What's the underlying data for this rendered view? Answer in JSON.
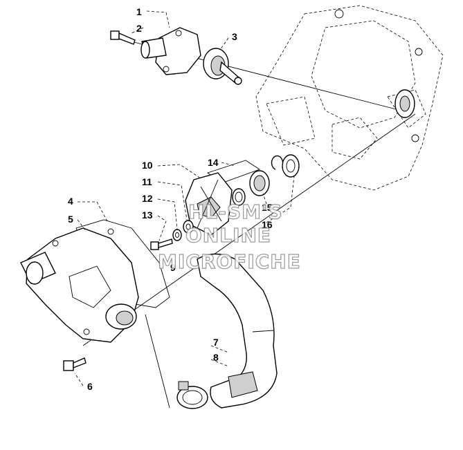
{
  "diagram": {
    "callouts": [
      "1",
      "2",
      "3",
      "4",
      "5",
      "6",
      "7",
      "8",
      "9",
      "10",
      "11",
      "12",
      "13",
      "14",
      "15",
      "16"
    ],
    "watermark": [
      "HL-SM'S",
      "ONLINE",
      "MICROFICHE"
    ]
  }
}
